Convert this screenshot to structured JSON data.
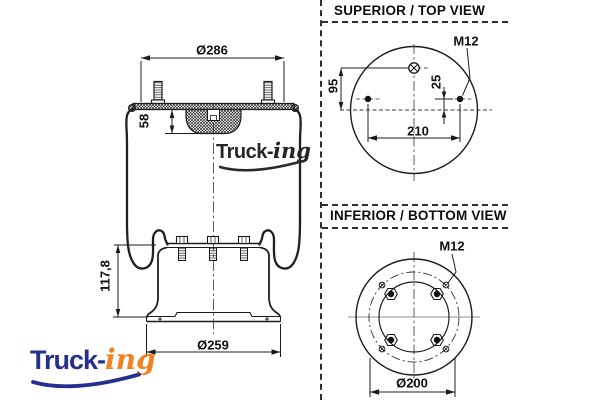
{
  "branding": {
    "watermark": {
      "part1": "Truck-",
      "part2": "ing"
    },
    "logo": {
      "part1": "Truck-",
      "part2": "ing"
    },
    "colors": {
      "navy": "#252f8e",
      "orange": "#f08221",
      "dark": "#262626",
      "line": "#1c1c1c"
    }
  },
  "side_view": {
    "dim_top_diameter": "Ø286",
    "dim_bumper_height": "58",
    "dim_height": "117,8",
    "dim_bottom_diameter": "Ø259"
  },
  "top_view": {
    "title": "SUPERIOR / TOP VIEW",
    "dim_thread": "M12",
    "dim_air_offset": "95",
    "dim_stud_offset": "25",
    "dim_stud_spacing": "210"
  },
  "bottom_view": {
    "title": "INFERIOR / BOTTOM VIEW",
    "dim_thread": "M12",
    "dim_bolt_circle": "Ø200"
  }
}
